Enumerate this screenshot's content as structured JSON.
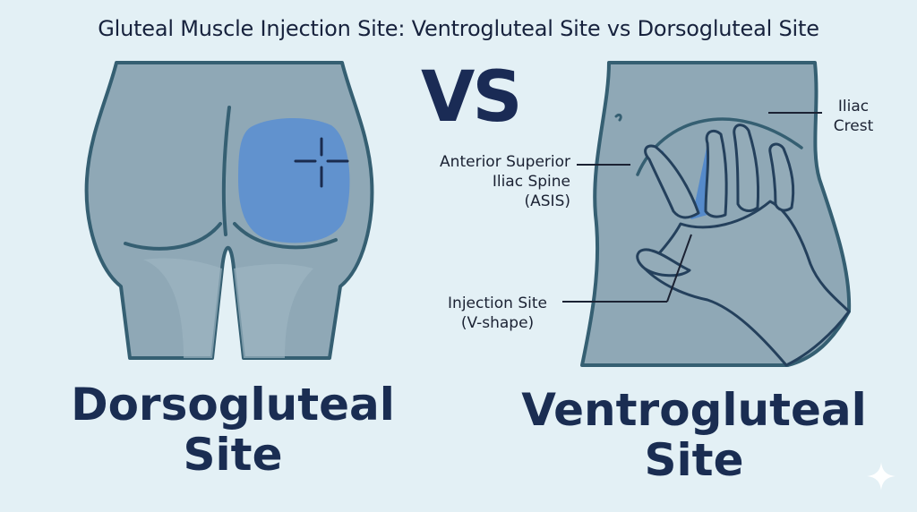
{
  "title": "Gluteal Muscle Injection Site: Ventrogluteal Site vs Dorsogluteal Site",
  "vs_text": "VS",
  "dorsogluteal": {
    "line1": "Dorsogluteal",
    "line2": "Site"
  },
  "ventrogluteal": {
    "line1": "Ventrogluteal",
    "line2": "Site"
  },
  "labels": {
    "iliac_crest": {
      "line1": "Iliac",
      "line2": "Crest"
    },
    "asis": {
      "line1": "Anterior Superior",
      "line2": "Iliac Spine",
      "line3": "(ASIS)"
    },
    "injection": {
      "line1": "Injection Site",
      "line2": "(V-shape)"
    }
  },
  "icons": [
    "sparkle-icon",
    "crosshair-icon"
  ],
  "colors": {
    "background": "#e3f0f5",
    "body": "#8fa8b6",
    "outline": "#355f72",
    "injection_area": "#5c8fd0",
    "v_shape": "#4f86cc",
    "text_dark": "#1a2d52"
  }
}
